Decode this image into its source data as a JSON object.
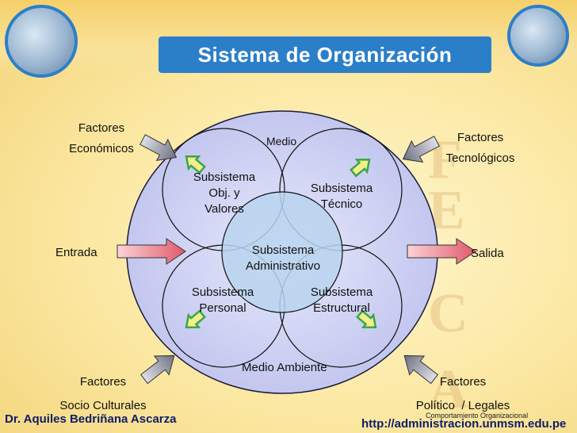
{
  "title": "Sistema de Organización",
  "diagram": {
    "factors": {
      "economicos": "Factores\nEconómicos",
      "tecnologicos": "Factores\nTecnológicos",
      "socio_culturales": "Factores\nSocio Culturales",
      "politico_legales": "Factores\nPolítico  / Legales"
    },
    "entrada": "Entrada",
    "salida": "Salida",
    "medio": "Medio",
    "medio_ambiente": "Medio Ambiente",
    "subsystems": {
      "objetivos": "Subsistema\nObj. y\nValores",
      "tecnico": "Subsistema\nTécnico",
      "administrativo": "Subsistema\nAdministrativo",
      "personal": "Subsistema\nPersonal",
      "estructural": "Subsistema\nEstructural"
    }
  },
  "watermark": [
    "F",
    "E",
    "C",
    "A"
  ],
  "footer": {
    "author": "Dr. Aquiles Bedriñana Ascarza",
    "url": "http://administracion.unmsm.edu.pe",
    "course": "Comportamiento Organizacional"
  },
  "colors": {
    "title_bg": "#2b7fc9",
    "outer_circle": "#c9cdf1",
    "center_circle": "#b9d3ef",
    "arrow_green": "#3aa64a",
    "arrow_yellow": "#f3f08a",
    "arrow_red": "#e05a6a"
  }
}
